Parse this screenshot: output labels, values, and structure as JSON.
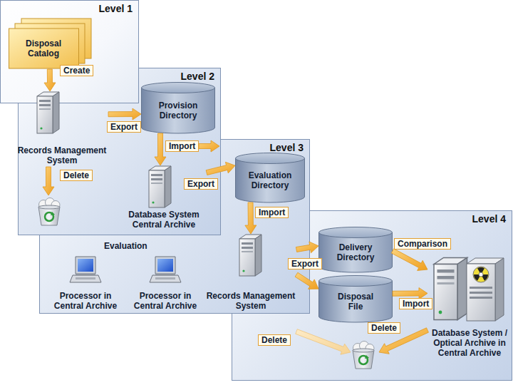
{
  "diagram": {
    "nodes": [
      {
        "text": [
          "Level 1"
        ]
      },
      {
        "text": [
          "Disposal Catalog"
        ],
        "in": 0
      },
      {
        "text": [
          "Level 2"
        ]
      },
      {
        "text": [
          "Records Management System"
        ],
        "in": 2
      },
      {
        "text": [
          "Provision Directory"
        ],
        "in": 2
      },
      {
        "text": [
          "Database System Central Archive"
        ],
        "in": 2
      },
      {
        "text": [
          "Level 3"
        ]
      },
      {
        "text": [
          "Evaluation Directory"
        ],
        "in": 6
      },
      {
        "text": [
          "Records Management System"
        ],
        "in": 6
      },
      {
        "text": [
          "Processor in Central Archive"
        ],
        "in": 6
      },
      {
        "text": [
          "Processor in Central Archive"
        ],
        "in": 6
      },
      {
        "text": [
          "Level 4"
        ]
      },
      {
        "text": [
          "Delivery Directory"
        ],
        "in": 11
      },
      {
        "text": [
          "Disposal File"
        ],
        "in": 11
      },
      {
        "text": [
          "Database System / Optical Archive in Central Archive"
        ],
        "in": 11
      }
    ],
    "edges": [
      {
        "from": 1,
        "to": 3,
        "label": "Create",
        "arrow": "to"
      },
      {
        "from": 3,
        "to": 4,
        "label": "Export",
        "arrow": "to"
      },
      {
        "from": 4,
        "to": 5,
        "label": "Import",
        "arrow": "to"
      },
      {
        "from": 5,
        "to": 7,
        "label": "Export",
        "arrow": "to"
      },
      {
        "from": 7,
        "to": 8,
        "label": "Import",
        "arrow": "to"
      },
      {
        "from": 8,
        "to": 12,
        "label": "Export",
        "arrow": "to"
      },
      {
        "from": 8,
        "to": 13,
        "arrow": "to"
      },
      {
        "from": 12,
        "to": 14,
        "label": "Comparison",
        "arrow": "to"
      },
      {
        "from": 13,
        "to": 14,
        "label": "Import",
        "arrow": "to"
      }
    ],
    "labels": [
      "Delete",
      "Evaluation",
      "Delete",
      "Delete"
    ]
  }
}
